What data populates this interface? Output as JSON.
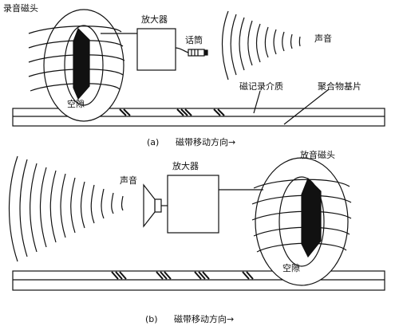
{
  "panel_a": {
    "record_head": "录音磁头",
    "amplifier": "放大器",
    "microphone": "话筒",
    "sound": "声音",
    "gap": "空隙",
    "magnetic_medium": "磁记录介质",
    "polymer_base": "聚合物基片",
    "caption_letter": "(a)",
    "caption_text": "磁带移动方向→"
  },
  "panel_b": {
    "playback_head": "放音磁头",
    "amplifier": "放大器",
    "sound": "声音",
    "gap": "空隙",
    "caption_letter": "(b)",
    "caption_text": "磁带移动方向→"
  },
  "colors": {
    "ink": "#111111",
    "paper": "#ffffff"
  }
}
